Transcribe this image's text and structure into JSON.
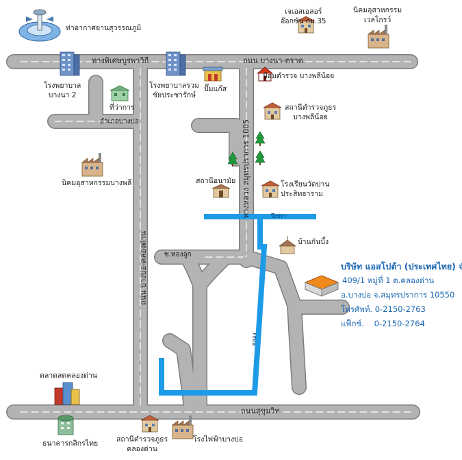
{
  "roads": {
    "top_left": "ทางพิเศษบูรพาวิถี",
    "top_right": "ถนน บางนา-ตราด",
    "bang_bo": "ถนน บางบ่อ-คลองด่าน",
    "samut_1005": "ทางหลวง สมุทรปราการ 1005",
    "sukhumvit": "ถนนสุขุมวิท",
    "soi_thonglook": "ซ.ทองลูก",
    "canal_top": "ปีกกา",
    "canal_vertical": "คลอง"
  },
  "places": {
    "airport": "ท่าอากาศยานสุวรรณภูมิ",
    "js_store": [
      "เจเอสเอสอร์",
      "อ๊อกซัน กม.35"
    ],
    "welgrow": [
      "นิคมอุสาหกรรม",
      "เวลโกรว์"
    ],
    "bangna2": [
      "โรงพยาบาล",
      "บางนา 2"
    ],
    "district_office": "ที่ว่าการ",
    "bangbo_district": "อำเภอบางบ่อ",
    "chaiprasan": [
      "โรงพยาบาลรวม",
      "ชัยประชารักษ์"
    ],
    "gas": "ปั๊มแก๊ส",
    "police_post": "ป้อมตำรวจ บางพลีน้อย",
    "police_station": [
      "สถานีตำรวจภูธร",
      "บางพลีน้อย"
    ],
    "bangplee_estate": "นิคมอุสาหกรรมบางพลี",
    "health_station": "สถานีอนามัย",
    "school": [
      "โรงเรียนวัดปาน",
      "ประสิทธาราม"
    ],
    "ban_kan_bueng": "บ้านกันบึ้ง",
    "market": "ตลาดสดคลองด่าน",
    "kbank": "ธนาคารกสิกรไทย",
    "klongdan_police": [
      "สถานีตำรวจภูธร",
      "คลองด่าน"
    ],
    "electric": "โรงไฟฟ้าบางบ่อ"
  },
  "company": {
    "name": "บริษัท แอสโปต้า (ประเทศไทย) จำกัด",
    "address1": "409/1  หมู่ที่ 1  ต.คลองด่าน",
    "address2": "อ.บางบ่อ จ.สมุทรปราการ 10550",
    "phone_label": "โทรศัพท์.",
    "phone": "0-2150-2763",
    "fax_label": "แฟ็กซ์.",
    "fax": "0-2150-2764"
  },
  "colors": {
    "road": "#a9a9a9",
    "road_edge": "#7d7d7d",
    "canal": "#1e9be6",
    "building_red": "#d43a1a",
    "company_text": "#1a66b3"
  },
  "icons": [
    "airport-icon",
    "office-tower-icon",
    "hospital-icon",
    "gas-station-icon",
    "police-house-icon",
    "factory-icon",
    "tree-icon",
    "school-icon",
    "temple-icon",
    "market-icon",
    "bank-icon",
    "company-building-icon",
    "power-plant-icon"
  ]
}
